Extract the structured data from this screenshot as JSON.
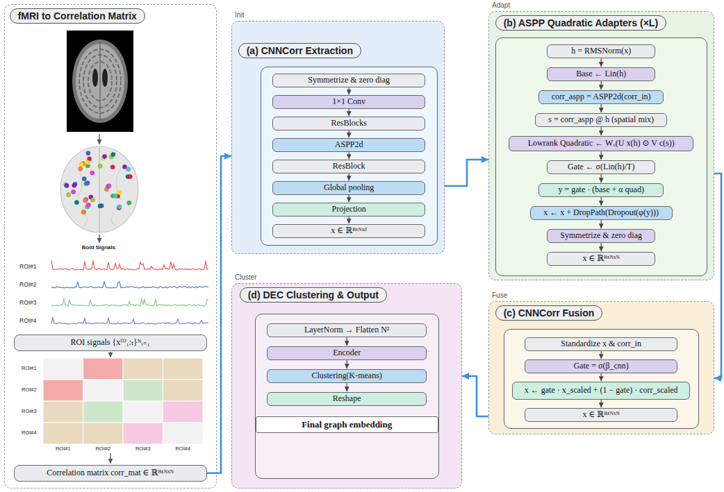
{
  "diagram": {
    "nodes": [
      {
        "text": [
          "fMRI to Correlation Matrix"
        ]
      },
      {
        "text": [
          "ROI signals {x⁽ⁱ⁾₁:ₜ}ᴺᵢ₌₁"
        ],
        "in": 0
      },
      {
        "text": [
          "Correlation matrix corr_mat ∈ ℝᴮˣᴺˣᴺ"
        ],
        "in": 0
      },
      {
        "text": [
          "Init",
          "(a) CNNCorr Extraction"
        ]
      },
      {
        "text": [
          "Symmetrize & zero diag"
        ],
        "in": 3
      },
      {
        "text": [
          "1×1 Conv"
        ],
        "in": 3
      },
      {
        "text": [
          "ResBlocks"
        ],
        "in": 3
      },
      {
        "text": [
          "ASPP2d"
        ],
        "in": 3
      },
      {
        "text": [
          "ResBlock"
        ],
        "in": 3
      },
      {
        "text": [
          "Global pooling"
        ],
        "in": 3
      },
      {
        "text": [
          "Projection"
        ],
        "in": 3
      },
      {
        "text": [
          "x ∈ ℝᴮˣᴺˣᵈ"
        ],
        "in": 3
      },
      {
        "text": [
          "Adapt",
          "(b) ASPP Quadratic Adapters (×L)"
        ]
      },
      {
        "text": [
          "h = RMSNorm(x)"
        ],
        "in": 12
      },
      {
        "text": [
          "Base ← Lin(h)"
        ],
        "in": 12
      },
      {
        "text": [
          "corr_aspp = ASPP2d(corr_in)"
        ],
        "in": 12
      },
      {
        "text": [
          "s = corr_aspp @ h (spatial mix)"
        ],
        "in": 12
      },
      {
        "text": [
          "Lowrank Quadratic ← Wₒ(U x(h) ⊙ V c(s))"
        ],
        "in": 12
      },
      {
        "text": [
          "Gate ← σ(Lin(h)/T)"
        ],
        "in": 12
      },
      {
        "text": [
          "y = gate · (base + α quad)"
        ],
        "in": 12
      },
      {
        "text": [
          "x ← x + DropPath(Dropout(φ(y)))"
        ],
        "in": 12
      },
      {
        "text": [
          "Symmetrize & zero diag"
        ],
        "in": 12
      },
      {
        "text": [
          "x ∈ ℝᴮˣᴺˣᴺ"
        ],
        "in": 12
      },
      {
        "text": [
          "Fuse",
          "(c) CNNCorr Fusion"
        ]
      },
      {
        "text": [
          "Standardize x & corr_in"
        ],
        "in": 23
      },
      {
        "text": [
          "Gate = σ(β_cnn)"
        ],
        "in": 23
      },
      {
        "text": [
          "x ← gate · x_scaled + (1 − gate) · corr_scaled"
        ],
        "in": 23
      },
      {
        "text": [
          "x ∈ ℝᴮˣᴺˣᴺ"
        ],
        "in": 23
      },
      {
        "text": [
          "Cluster",
          "(d) DEC Clustering & Output"
        ]
      },
      {
        "text": [
          "LayerNorm → Flatten N²"
        ],
        "in": 28
      },
      {
        "text": [
          "Encoder"
        ],
        "in": 28
      },
      {
        "text": [
          "Clustering(K-means)"
        ],
        "in": 28
      },
      {
        "text": [
          "Reshape"
        ],
        "in": 28
      },
      {
        "text": [
          "Final graph embedding"
        ],
        "in": 28
      }
    ],
    "edges": [
      {
        "from": 2,
        "to": 3,
        "arrow": "to"
      },
      {
        "from": 3,
        "to": 12,
        "arrow": "to"
      },
      {
        "from": 12,
        "to": 23,
        "arrow": "to"
      },
      {
        "from": 23,
        "to": 28,
        "arrow": "to"
      },
      {
        "from": 4,
        "to": 5,
        "arrow": "to"
      },
      {
        "from": 5,
        "to": 6,
        "arrow": "to"
      },
      {
        "from": 6,
        "to": 7,
        "arrow": "to"
      },
      {
        "from": 7,
        "to": 8,
        "arrow": "to"
      },
      {
        "from": 8,
        "to": 9,
        "arrow": "to"
      },
      {
        "from": 9,
        "to": 10,
        "arrow": "to"
      },
      {
        "from": 10,
        "to": 11,
        "arrow": "to"
      },
      {
        "from": 13,
        "to": 14,
        "arrow": "to"
      },
      {
        "from": 14,
        "to": 15,
        "arrow": "to"
      },
      {
        "from": 15,
        "to": 16,
        "arrow": "to"
      },
      {
        "from": 16,
        "to": 17,
        "arrow": "to"
      },
      {
        "from": 17,
        "to": 18,
        "arrow": "to"
      },
      {
        "from": 18,
        "to": 19,
        "arrow": "to"
      },
      {
        "from": 19,
        "to": 20,
        "arrow": "to"
      },
      {
        "from": 20,
        "to": 21,
        "arrow": "to"
      },
      {
        "from": 21,
        "to": 22,
        "arrow": "to"
      },
      {
        "from": 24,
        "to": 25,
        "arrow": "to"
      },
      {
        "from": 25,
        "to": 26,
        "arrow": "to"
      },
      {
        "from": 26,
        "to": 27,
        "arrow": "to"
      },
      {
        "from": 29,
        "to": 30,
        "arrow": "to"
      },
      {
        "from": 30,
        "to": 31,
        "arrow": "to"
      },
      {
        "from": 31,
        "to": 32,
        "arrow": "to"
      }
    ],
    "labels": [
      "Bold Signals",
      "ROI#1",
      "ROI#2",
      "ROI#3",
      "ROI#4",
      "ROI#1",
      "ROI#2",
      "ROI#3",
      "ROI#4",
      "ROI#1",
      "ROI#2",
      "ROI#3",
      "ROI#4"
    ]
  }
}
